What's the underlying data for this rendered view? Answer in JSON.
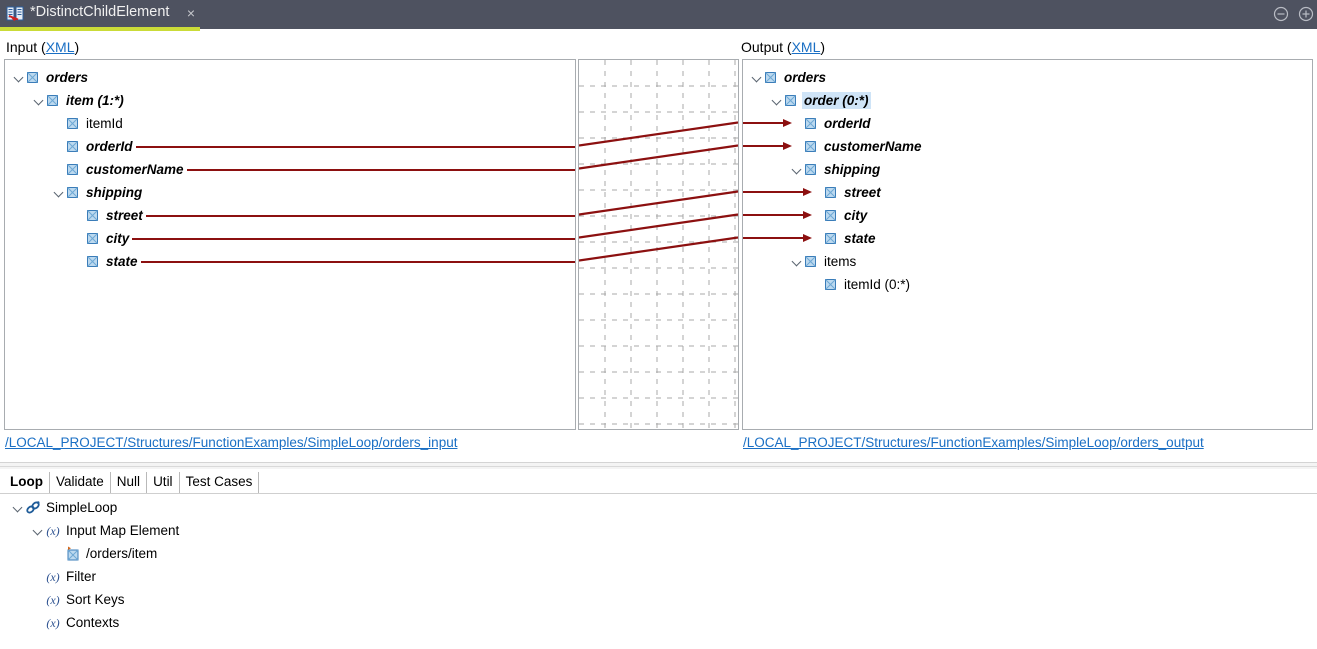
{
  "window": {
    "tab_title": "*DistinctChildElement",
    "tab_icon": "mapping-icon",
    "close_label": "×",
    "minimize_icon": "minimize-circle-icon",
    "maximize_icon": "maximize-circle-icon",
    "accent_color": "#cadb38",
    "titlebar_color": "#4e5260"
  },
  "input_section": {
    "label_prefix": "Input (",
    "label_link": "XML",
    "label_suffix": ")",
    "path": "/LOCAL_PROJECT/Structures/FunctionExamples/SimpleLoop/orders_input",
    "tree": [
      {
        "name": "orders",
        "label": "orders",
        "indent": 0,
        "twisty": "expanded",
        "mapped": true,
        "connector": false
      },
      {
        "name": "item",
        "label": "item (1:*)",
        "indent": 1,
        "twisty": "expanded",
        "mapped": true,
        "connector": false
      },
      {
        "name": "itemId",
        "label": "itemId",
        "indent": 2,
        "twisty": "none",
        "mapped": false,
        "connector": false
      },
      {
        "name": "orderId",
        "label": "orderId",
        "indent": 2,
        "twisty": "none",
        "mapped": true,
        "connector": true
      },
      {
        "name": "customerName",
        "label": "customerName",
        "indent": 2,
        "twisty": "none",
        "mapped": true,
        "connector": true
      },
      {
        "name": "shipping",
        "label": "shipping",
        "indent": 2,
        "twisty": "expanded",
        "mapped": true,
        "connector": false
      },
      {
        "name": "street",
        "label": "street",
        "indent": 3,
        "twisty": "none",
        "mapped": true,
        "connector": true
      },
      {
        "name": "city",
        "label": "city",
        "indent": 3,
        "twisty": "none",
        "mapped": true,
        "connector": true
      },
      {
        "name": "state",
        "label": "state",
        "indent": 3,
        "twisty": "none",
        "mapped": true,
        "connector": true
      }
    ]
  },
  "output_section": {
    "label_prefix": "Output (",
    "label_link": "XML",
    "label_suffix": ")",
    "path": "/LOCAL_PROJECT/Structures/FunctionExamples/SimpleLoop/orders_output",
    "tree": [
      {
        "name": "orders",
        "label": "orders",
        "indent": 0,
        "twisty": "expanded",
        "mapped": true,
        "selected": false,
        "arrow": false
      },
      {
        "name": "order",
        "label": "order (0:*)",
        "indent": 1,
        "twisty": "expanded",
        "mapped": true,
        "selected": true,
        "arrow": false
      },
      {
        "name": "orderId",
        "label": "orderId",
        "indent": 2,
        "twisty": "none",
        "mapped": true,
        "selected": false,
        "arrow": true
      },
      {
        "name": "customerName",
        "label": "customerName",
        "indent": 2,
        "twisty": "none",
        "mapped": true,
        "selected": false,
        "arrow": true
      },
      {
        "name": "shipping",
        "label": "shipping",
        "indent": 2,
        "twisty": "expanded",
        "mapped": true,
        "selected": false,
        "arrow": false
      },
      {
        "name": "street",
        "label": "street",
        "indent": 3,
        "twisty": "none",
        "mapped": true,
        "selected": false,
        "arrow": true
      },
      {
        "name": "city",
        "label": "city",
        "indent": 3,
        "twisty": "none",
        "mapped": true,
        "selected": false,
        "arrow": true
      },
      {
        "name": "state",
        "label": "state",
        "indent": 3,
        "twisty": "none",
        "mapped": true,
        "selected": false,
        "arrow": true
      },
      {
        "name": "items",
        "label": "items",
        "indent": 2,
        "twisty": "expanded",
        "mapped": false,
        "selected": false,
        "arrow": false
      },
      {
        "name": "itemId",
        "label": "itemId (0:*)",
        "indent": 3,
        "twisty": "none",
        "mapped": false,
        "selected": false,
        "arrow": false
      }
    ]
  },
  "mapping_canvas": {
    "line_color": "#8c1010",
    "grid_color": "#a9a9a9",
    "links": [
      {
        "from": "orderId",
        "to": "orderId"
      },
      {
        "from": "customerName",
        "to": "customerName"
      },
      {
        "from": "street",
        "to": "street"
      },
      {
        "from": "city",
        "to": "city"
      },
      {
        "from": "state",
        "to": "state"
      }
    ]
  },
  "bottom_panel": {
    "tabs": [
      {
        "name": "loop",
        "label": "Loop",
        "active": true
      },
      {
        "name": "validate",
        "label": "Validate",
        "active": false
      },
      {
        "name": "null",
        "label": "Null",
        "active": false
      },
      {
        "name": "util",
        "label": "Util",
        "active": false
      },
      {
        "name": "test-cases",
        "label": "Test Cases",
        "active": false
      }
    ],
    "tree": [
      {
        "name": "simpleloop",
        "label": "SimpleLoop",
        "indent": 0,
        "twisty": "expanded",
        "icon": "link-chain-icon"
      },
      {
        "name": "input-map-element",
        "label": "Input Map Element",
        "indent": 1,
        "twisty": "expanded",
        "icon": "function-x-icon"
      },
      {
        "name": "orders-item",
        "label": "/orders/item",
        "indent": 2,
        "twisty": "none",
        "icon": "element-ref-icon"
      },
      {
        "name": "filter",
        "label": "Filter",
        "indent": 1,
        "twisty": "none",
        "icon": "function-x-icon"
      },
      {
        "name": "sort-keys",
        "label": "Sort Keys",
        "indent": 1,
        "twisty": "none",
        "icon": "function-x-icon"
      },
      {
        "name": "contexts",
        "label": "Contexts",
        "indent": 1,
        "twisty": "none",
        "icon": "function-x-icon"
      }
    ]
  }
}
